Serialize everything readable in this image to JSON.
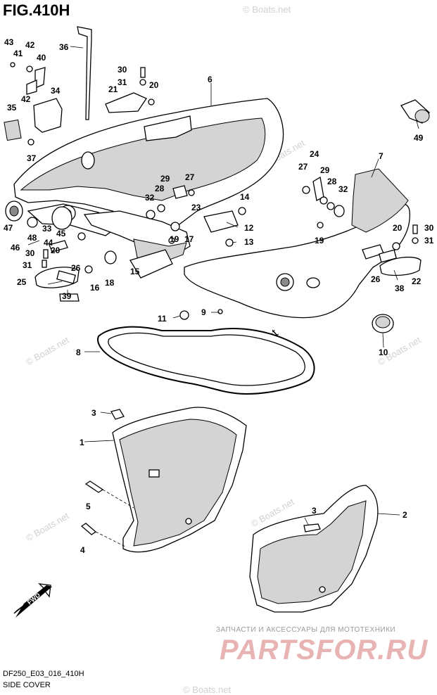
{
  "figure_title": "FIG.410H",
  "footer": {
    "code": "DF250_E03_016_410H",
    "name": "SIDE COVER"
  },
  "watermark": {
    "site": "© Boats.net",
    "brand_sub": "ЗАПЧАСТИ И АКСЕССУАРЫ ДЛЯ МОТОТЕХНИКИ",
    "brand": "PARTSFOR.RU"
  },
  "fwd_label": "FWD",
  "callouts": [
    {
      "id": "c43",
      "label": "43"
    },
    {
      "id": "c41",
      "label": "41"
    },
    {
      "id": "c42a",
      "label": "42"
    },
    {
      "id": "c40",
      "label": "40"
    },
    {
      "id": "c36",
      "label": "36"
    },
    {
      "id": "c30a",
      "label": "30"
    },
    {
      "id": "c31a",
      "label": "31"
    },
    {
      "id": "c21",
      "label": "21"
    },
    {
      "id": "c20a",
      "label": "20"
    },
    {
      "id": "c6",
      "label": "6"
    },
    {
      "id": "c34",
      "label": "34"
    },
    {
      "id": "c42b",
      "label": "42"
    },
    {
      "id": "c35",
      "label": "35"
    },
    {
      "id": "c37",
      "label": "37"
    },
    {
      "id": "c49",
      "label": "49"
    },
    {
      "id": "c24",
      "label": "24"
    },
    {
      "id": "c7",
      "label": "7"
    },
    {
      "id": "c27a",
      "label": "27"
    },
    {
      "id": "c29a",
      "label": "29"
    },
    {
      "id": "c27b",
      "label": "27"
    },
    {
      "id": "c29b",
      "label": "29"
    },
    {
      "id": "c28a",
      "label": "28"
    },
    {
      "id": "c28b",
      "label": "28"
    },
    {
      "id": "c32a",
      "label": "32"
    },
    {
      "id": "c32b",
      "label": "32"
    },
    {
      "id": "c14",
      "label": "14"
    },
    {
      "id": "c23",
      "label": "23"
    },
    {
      "id": "c47",
      "label": "47"
    },
    {
      "id": "c33",
      "label": "33"
    },
    {
      "id": "c45",
      "label": "45"
    },
    {
      "id": "c48",
      "label": "48"
    },
    {
      "id": "c46",
      "label": "46"
    },
    {
      "id": "c44",
      "label": "44"
    },
    {
      "id": "c20b",
      "label": "20"
    },
    {
      "id": "c30b",
      "label": "30"
    },
    {
      "id": "c31b",
      "label": "31"
    },
    {
      "id": "c25",
      "label": "25"
    },
    {
      "id": "c26a",
      "label": "26"
    },
    {
      "id": "c16",
      "label": "16"
    },
    {
      "id": "c18",
      "label": "18"
    },
    {
      "id": "c15",
      "label": "15"
    },
    {
      "id": "c19a",
      "label": "19"
    },
    {
      "id": "c17",
      "label": "17"
    },
    {
      "id": "c12",
      "label": "12"
    },
    {
      "id": "c13",
      "label": "13"
    },
    {
      "id": "c19b",
      "label": "19"
    },
    {
      "id": "c20c",
      "label": "20"
    },
    {
      "id": "c30c",
      "label": "30"
    },
    {
      "id": "c31c",
      "label": "31"
    },
    {
      "id": "c26b",
      "label": "26"
    },
    {
      "id": "c38",
      "label": "38"
    },
    {
      "id": "c22",
      "label": "22"
    },
    {
      "id": "c39",
      "label": "39"
    },
    {
      "id": "c11",
      "label": "11"
    },
    {
      "id": "c9",
      "label": "9"
    },
    {
      "id": "c10",
      "label": "10"
    },
    {
      "id": "c8",
      "label": "8"
    },
    {
      "id": "c3a",
      "label": "3"
    },
    {
      "id": "c1",
      "label": "1"
    },
    {
      "id": "c5",
      "label": "5"
    },
    {
      "id": "c4",
      "label": "4"
    },
    {
      "id": "c3b",
      "label": "3"
    },
    {
      "id": "c2",
      "label": "2"
    }
  ]
}
